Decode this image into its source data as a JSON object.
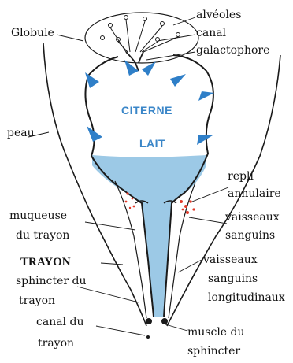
{
  "labels": {
    "globule": "Globule",
    "alveoles": "alvéoles",
    "canal": "canal",
    "galactophore": "galactophore",
    "peau": "peau",
    "citerne": "CITERNE",
    "lait": "LAIT",
    "repli": "repli",
    "annulaire": "annulaire",
    "muqueuse": "muqueuse",
    "du_trayon_1": "du trayon",
    "vaisseaux_1": "vaisseaux",
    "sanguins_1": "sanguins",
    "trayon": "TRAYON",
    "vaisseaux_2": "vaisseaux",
    "sphincter_du": "sphincter du",
    "sanguins_2": "sanguins",
    "trayon_2": "trayon",
    "longitudinaux": "longitudinaux",
    "canal_du": "canal du",
    "trayon_3": "trayon",
    "muscle_du": "muscle du",
    "sphincter": "sphincter"
  },
  "colors": {
    "outline": "#1a1a1a",
    "milk": "#9cc9e6",
    "arrow": "#2f7fc8",
    "text_inner": "#3a86c8",
    "vessel_red": "#e23a2a"
  }
}
